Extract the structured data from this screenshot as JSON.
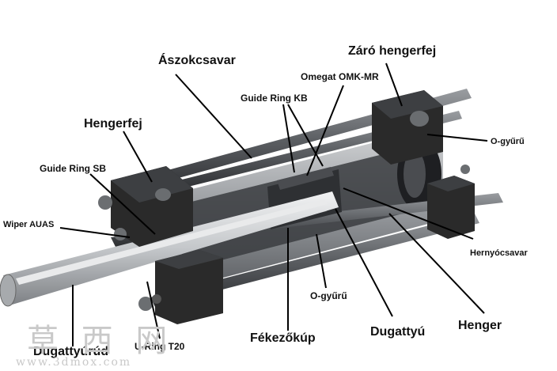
{
  "labels": {
    "aszokcsavar": "Ászokcsavar",
    "zaro_hengerfej": "Záró hengerfej",
    "omegat": "Omegat OMK-MR",
    "guide_ring_kb": "Guide Ring KB",
    "hengerfej": "Hengerfej",
    "guide_ring_sb": "Guide Ring SB",
    "o_gyuru_right": "O-gyűrű",
    "wiper": "Wiper AUAS",
    "hernyocsavar": "Hernyócsavar",
    "o_gyuru_bottom": "O-gyűrű",
    "dugattyuzud": "Dugattyúrúd",
    "u_ring": "U-Ring T20",
    "fekezokup": "Fékezőkúp",
    "dugattyu": "Dugattyú",
    "henger": "Henger"
  },
  "watermark": {
    "chars": "草 西 网",
    "url": "www.3dmox.com"
  },
  "colors": {
    "label_text": "#111111",
    "leader_line": "#000000",
    "block": "#2a2a2a",
    "tube": "#8f9296",
    "rod": "#bfc2c5",
    "watermark": "#c9c9c9"
  }
}
